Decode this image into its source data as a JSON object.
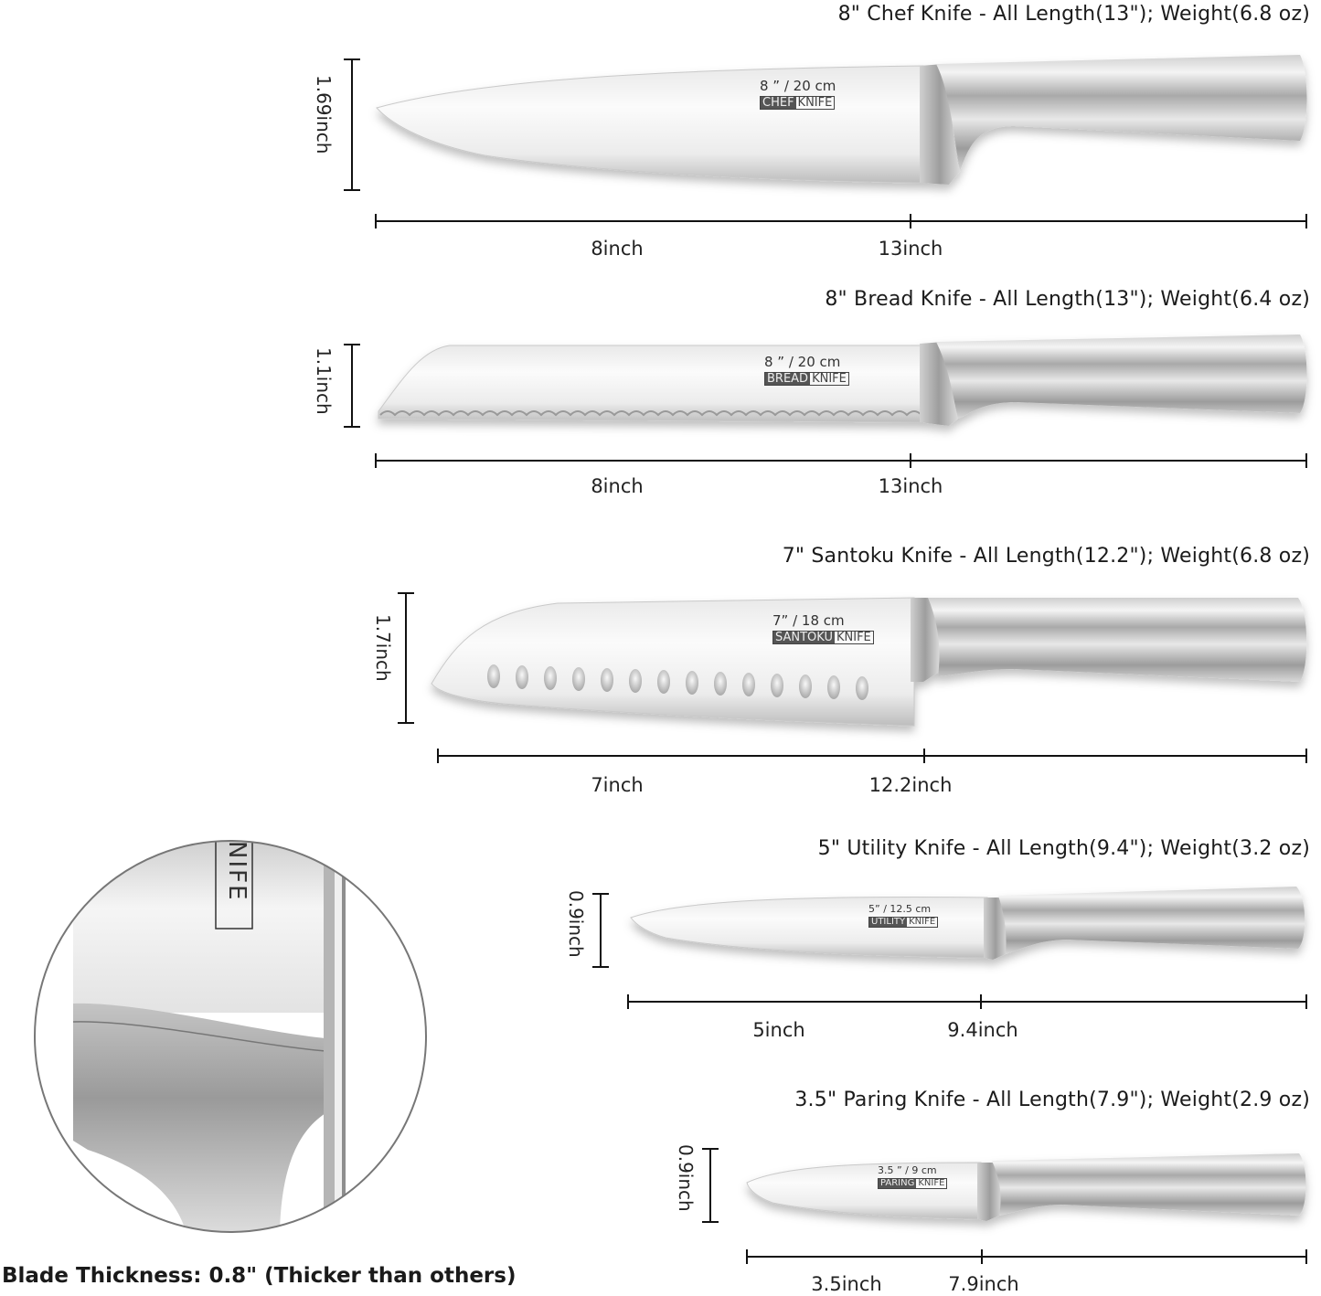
{
  "knives": [
    {
      "title": "8\" Chef Knife - All Length(13\"); Weight(6.8 oz)",
      "height_label": "1.69inch",
      "blade_label": "8inch",
      "total_label": "13inch",
      "stamp_size": "8 ” / 20 cm",
      "stamp_type": "CHEF",
      "stamp_knife": "KNIFE"
    },
    {
      "title": "8\" Bread Knife - All Length(13\"); Weight(6.4 oz)",
      "height_label": "1.1inch",
      "blade_label": "8inch",
      "total_label": "13inch",
      "stamp_size": "8 ” / 20 cm",
      "stamp_type": "BREAD",
      "stamp_knife": "KNIFE"
    },
    {
      "title": "7\" Santoku Knife - All Length(12.2\"); Weight(6.8 oz)",
      "height_label": "1.7inch",
      "blade_label": "7inch",
      "total_label": "12.2inch",
      "stamp_size": "7” / 18 cm",
      "stamp_type": "SANTOKU",
      "stamp_knife": "KNIFE"
    },
    {
      "title": "5\" Utility Knife - All Length(9.4\"); Weight(3.2 oz)",
      "height_label": "0.9inch",
      "blade_label": "5inch",
      "total_label": "9.4inch",
      "stamp_size": "5” / 12.5 cm",
      "stamp_type": "UTILITY",
      "stamp_knife": "KNIFE"
    },
    {
      "title": "3.5\" Paring Knife - All Length(7.9\"); Weight(2.9 oz)",
      "height_label": "0.9inch",
      "blade_label": "3.5inch",
      "total_label": "7.9inch",
      "stamp_size": "3.5 ” / 9 cm",
      "stamp_type": "PARING",
      "stamp_knife": "KNIFE"
    }
  ],
  "detail": {
    "stamp_fragment": "NIFE",
    "caption": "Blade Thickness: 0.8\" (Thicker than others)"
  },
  "colors": {
    "steel_light": "#f2f2f2",
    "steel_mid": "#c8c8c8",
    "steel_dark": "#8a8a8a",
    "line": "#111111"
  }
}
